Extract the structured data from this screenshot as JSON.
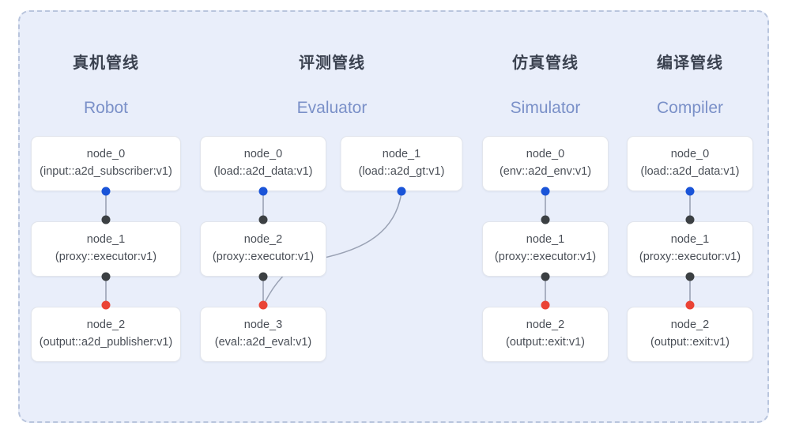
{
  "diagram": {
    "title_cn_list": [
      "真机管线",
      "评测管线",
      "仿真管线",
      "编译管线"
    ],
    "colors": {
      "panel_bg": "#e9eefa",
      "panel_border": "#b9c5dd",
      "node_bg": "#ffffff",
      "node_border": "#e2e5ec",
      "title_cn": "#3b4250",
      "title_en": "#7a90c8",
      "port_blue": "#1a54d8",
      "port_dark": "#3c4043",
      "port_red": "#ea4335",
      "edge": "#9aa2b4"
    }
  },
  "columns": [
    {
      "id": "robot",
      "title_cn": "真机管线",
      "title_en": "Robot",
      "nodes": [
        {
          "id": "robot-node-0",
          "name": "node_0",
          "spec": "(input::a2d_subscriber:v1)"
        },
        {
          "id": "robot-node-1",
          "name": "node_1",
          "spec": "(proxy::executor:v1)"
        },
        {
          "id": "robot-node-2",
          "name": "node_2",
          "spec": "(output::a2d_publisher:v1)"
        }
      ]
    },
    {
      "id": "evaluator",
      "title_cn": "评测管线",
      "title_en": "Evaluator",
      "nodes": [
        {
          "id": "eval-node-0",
          "name": "node_0",
          "spec": "(load::a2d_data:v1)"
        },
        {
          "id": "eval-node-1",
          "name": "node_1",
          "spec": "(load::a2d_gt:v1)"
        },
        {
          "id": "eval-node-2",
          "name": "node_2",
          "spec": "(proxy::executor:v1)"
        },
        {
          "id": "eval-node-3",
          "name": "node_3",
          "spec": "(eval::a2d_eval:v1)"
        }
      ]
    },
    {
      "id": "simulator",
      "title_cn": "仿真管线",
      "title_en": "Simulator",
      "nodes": [
        {
          "id": "sim-node-0",
          "name": "node_0",
          "spec": "(env::a2d_env:v1)"
        },
        {
          "id": "sim-node-1",
          "name": "node_1",
          "spec": "(proxy::executor:v1)"
        },
        {
          "id": "sim-node-2",
          "name": "node_2",
          "spec": "(output::exit:v1)"
        }
      ]
    },
    {
      "id": "compiler",
      "title_cn": "编译管线",
      "title_en": "Compiler",
      "nodes": [
        {
          "id": "comp-node-0",
          "name": "node_0",
          "spec": "(load::a2d_data:v1)"
        },
        {
          "id": "comp-node-1",
          "name": "node_1",
          "spec": "(proxy::executor:v1)"
        },
        {
          "id": "comp-node-2",
          "name": "node_2",
          "spec": "(output::exit:v1)"
        }
      ]
    }
  ]
}
